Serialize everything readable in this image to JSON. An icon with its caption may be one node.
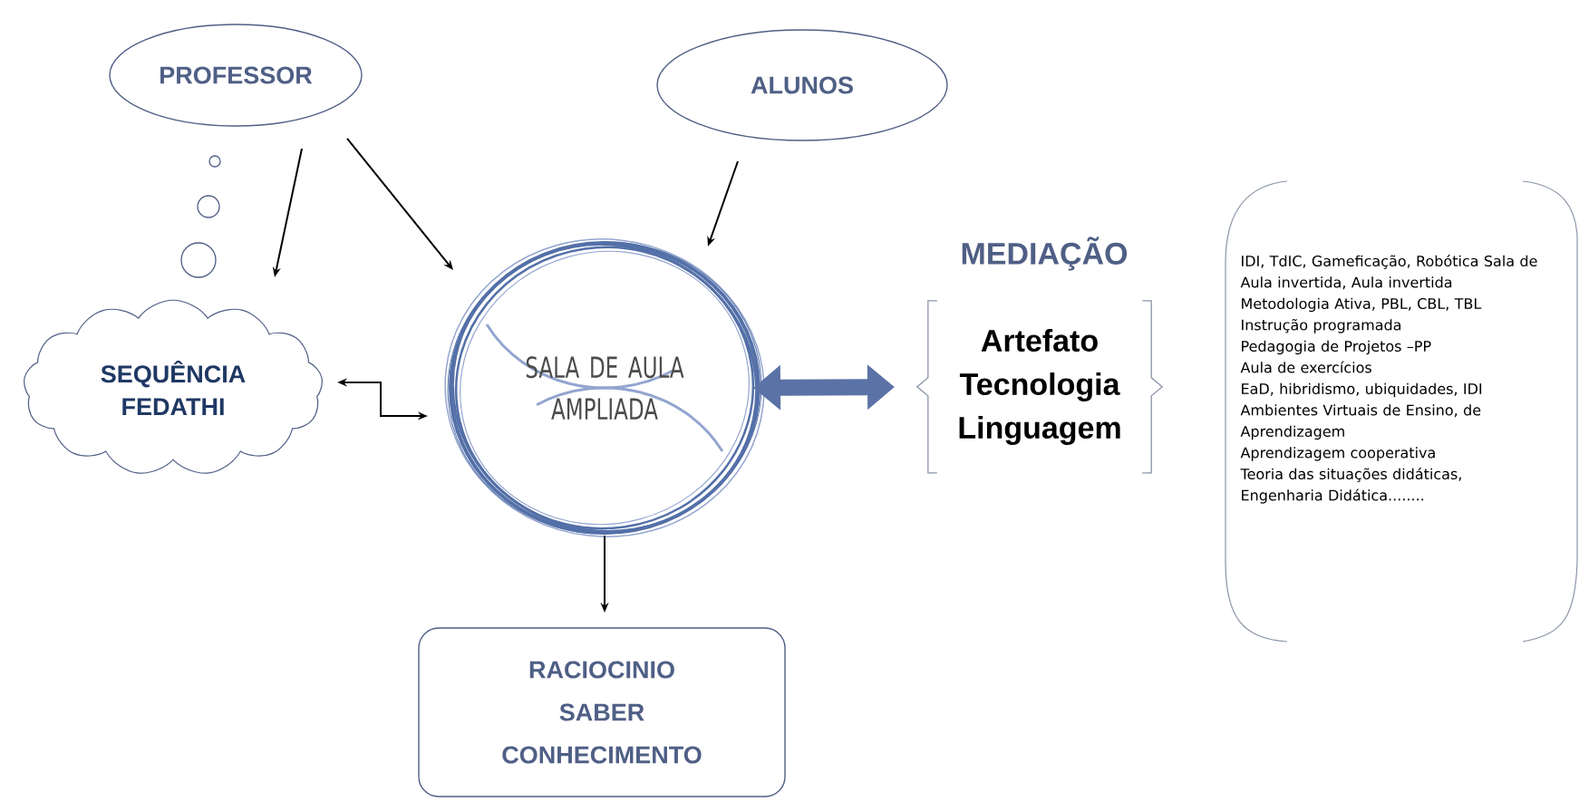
{
  "diagram": {
    "nodes": [
      {
        "text": [
          "PROFESSOR"
        ]
      },
      {
        "text": [
          "ALUNOS"
        ]
      },
      {
        "text": [
          "SEQUÊNCIA FEDATHI"
        ]
      },
      {
        "text": [
          "SALA DE AULA AMPLIADA"
        ]
      },
      {
        "text": [
          "MEDIAÇÃO",
          "Artefato",
          "Tecnologia",
          "Linguagem"
        ]
      },
      {
        "text": [
          "RACIOCINIO",
          "SABER",
          "CONHECIMENTO"
        ]
      },
      {
        "text": [
          "IDI, TdIC, Gameficação, Robótica  Sala de Aula invertida, Aula invertida",
          "Metodologia Ativa, PBL, CBL, TBL",
          "Instrução programada",
          "Pedagogia de Projetos –PP",
          "Aula de exercícios",
          "EaD, hibridismo, ubiquidades, IDI",
          "Ambientes Virtuais de Ensino, de Aprendizagem",
          "Aprendizagem cooperativa",
          "Teoria das situações didáticas, Engenharia Didática........"
        ]
      }
    ],
    "edges": [
      {
        "from": 0,
        "to": 2,
        "arrow": "to"
      },
      {
        "from": 0,
        "to": 3,
        "arrow": "to"
      },
      {
        "from": 1,
        "to": 3,
        "arrow": "to"
      },
      {
        "from": 2,
        "to": 3,
        "arrow": "both"
      },
      {
        "from": 3,
        "to": 4,
        "arrow": "both",
        "style": "thick",
        "color": "#5b72a6"
      },
      {
        "from": 3,
        "to": 5,
        "arrow": "to"
      }
    ]
  }
}
